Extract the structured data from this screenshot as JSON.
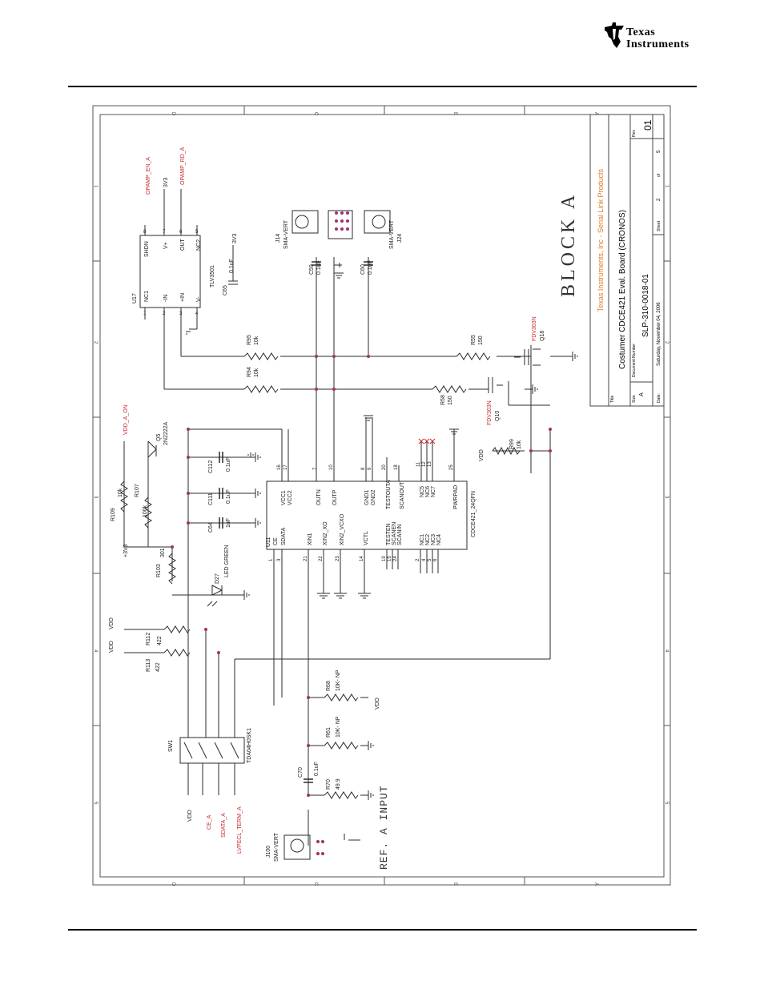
{
  "header": {
    "logo_line1": "Texas",
    "logo_line2": "Instruments"
  },
  "frame": {
    "zone_letters": [
      "D",
      "C",
      "B",
      "A"
    ],
    "zone_numbers": [
      "1",
      "2",
      "3",
      "4",
      "5"
    ]
  },
  "title_block": {
    "company": "Texas Instruments, Inc - Serial Link Products",
    "title_label": "Title",
    "title": "Costumer CDCE421 Eval. Board (CRONOS)",
    "size_label": "Size",
    "size": "A",
    "docnum_label": "Document Number",
    "docnum": "SLP-310-0018-01",
    "rev_label": "Rev",
    "rev": "01",
    "date_label": "Date:",
    "date": "Saturday, November 04, 2006",
    "sheet_label": "Sheet",
    "sheet": "2",
    "of_label": "of",
    "of": "5"
  },
  "schematic": {
    "block_title": "BLOCK A",
    "ref_input": "REF. A INPUT",
    "nets": {
      "opamp_en": "OPAMP_EN_A",
      "opamp_rd": "OPAMP_RD_A",
      "vdd_on": "VDD_A_ON",
      "ce": "CE_A",
      "sdata": "SDATA_A",
      "lvpecl": "LVPECL_TERM_A",
      "vdd": "VDD",
      "v3v3": "3V3",
      "p3v3": "+3V3"
    },
    "u17": {
      "ref": "U17",
      "part": "TLV3501",
      "pins_left": [
        "NC1",
        "-IN",
        "+IN",
        "V-"
      ],
      "pins_right": [
        "SHDN",
        "V+",
        "OUT",
        "NC2"
      ],
      "pinnums_left": [
        "1",
        "2",
        "3",
        "4"
      ],
      "pinnums_right": [
        "8",
        "7",
        "6",
        "5"
      ]
    },
    "u11": {
      "ref": "U11",
      "part": "CDCE421_24QFN",
      "pins_top": [
        "VCC1",
        "VCC2",
        "OUTN",
        "OUTP",
        "GND1",
        "GND2",
        "TESTOUTA",
        "SCANOUT",
        "NC5",
        "NC6",
        "NC7",
        "PWRPAD"
      ],
      "pins_bottom": [
        "CE",
        "SDATA",
        "XIN1",
        "XIN2_XO",
        "XIN2_VCXO",
        "VCTL",
        "TESTEN",
        "SCANEN",
        "SCANIN",
        "NC1",
        "NC2",
        "NC3",
        "NC4"
      ],
      "pinnums_top": [
        "16",
        "17",
        "7",
        "10",
        "8",
        "9",
        "20",
        "18",
        "11",
        "12",
        "13",
        "25"
      ],
      "pinnums_bottom": [
        "1",
        "3",
        "21",
        "22",
        "23",
        "14",
        "19",
        "15",
        "24",
        "2",
        "4",
        "5",
        "6"
      ]
    },
    "parts": {
      "c65": [
        "C65",
        "0.1uF"
      ],
      "c59": [
        "C59",
        "0.1uF"
      ],
      "c60": [
        "C60",
        "0.1uF"
      ],
      "j14": [
        "J14",
        "SMA-VERT"
      ],
      "j24": [
        "J24",
        "SMA-VERT"
      ],
      "r95": [
        "R95",
        "10k"
      ],
      "r94": [
        "R94",
        "10k"
      ],
      "r55": [
        "R55",
        "150"
      ],
      "r58": [
        "R58",
        "150"
      ],
      "q18": [
        "Q18",
        "FDV303N"
      ],
      "q10": [
        "Q10",
        "FDV303N"
      ],
      "r99": [
        "R99",
        "10k"
      ],
      "q5": [
        "Q5",
        "2N2222A"
      ],
      "r109": [
        "R109",
        "10k"
      ],
      "r107": [
        "R107",
        "100k"
      ],
      "c112": [
        "C112",
        "0.1uF"
      ],
      "c111": [
        "C111",
        "0.1uF"
      ],
      "c64": [
        "C64",
        "1uF"
      ],
      "r103": [
        "R103",
        "301"
      ],
      "d27": [
        "D27",
        "LED GREEN"
      ],
      "r112": [
        "R112",
        "422"
      ],
      "r113": [
        "R113",
        "422"
      ],
      "r68": [
        "R68",
        "10K- NP"
      ],
      "r61": [
        "R61",
        "10K- NP"
      ],
      "c70": [
        "C70",
        "0.1uF"
      ],
      "r70": [
        "R70",
        "49.9"
      ],
      "j100": [
        "J100",
        "SMA-VERT"
      ],
      "sw1": [
        "SW1",
        "TDA04H0SK1"
      ]
    }
  },
  "colors": {
    "wire": "#2b2b2b",
    "net_label": "#c8282a",
    "junction": "#a0306a",
    "title_orange": "#e07b25"
  }
}
